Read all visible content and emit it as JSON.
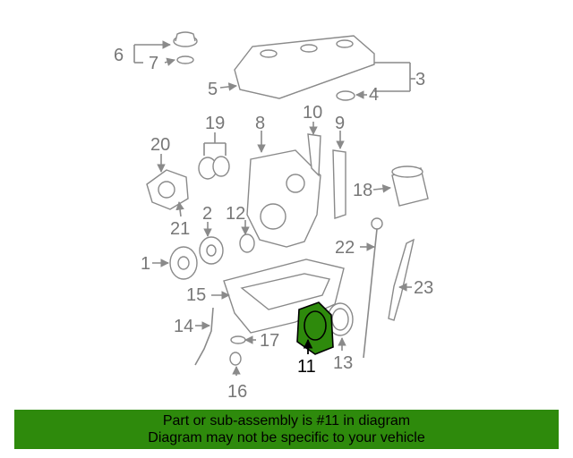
{
  "callouts": {
    "c1": "1",
    "c2": "2",
    "c3": "3",
    "c4": "4",
    "c5": "5",
    "c6": "6",
    "c7": "7",
    "c8": "8",
    "c9": "9",
    "c10": "10",
    "c11": "11",
    "c12": "12",
    "c13": "13",
    "c14": "14",
    "c15": "15",
    "c16": "16",
    "c17": "17",
    "c18": "18",
    "c19": "19",
    "c20": "20",
    "c21": "21",
    "c22": "22",
    "c23": "23"
  },
  "highlight_color": "#2e8a0c",
  "banner": {
    "line1": "Part or sub-assembly is #11 in diagram",
    "line2": "Diagram may not be specific to your vehicle"
  }
}
